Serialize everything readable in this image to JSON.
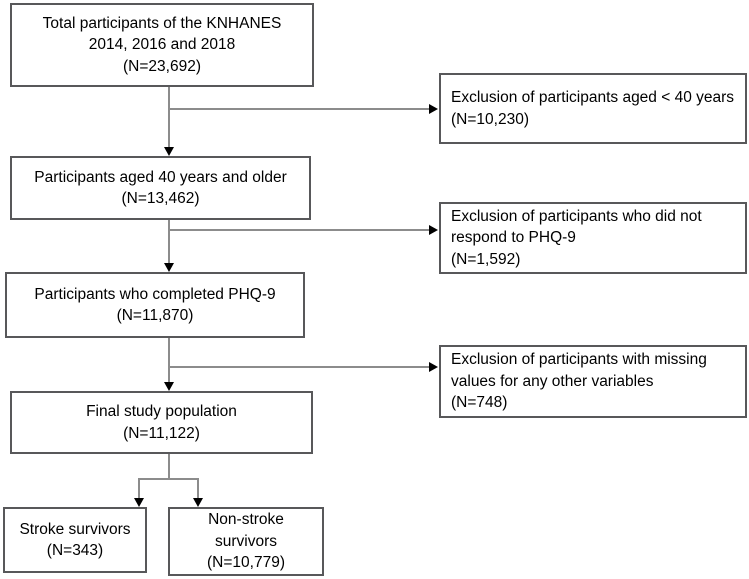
{
  "diagram": {
    "type": "participant-flowchart",
    "colors": {
      "background": "#ffffff",
      "box_border": "#58585a",
      "connector_line": "#8c8c8c",
      "arrowhead": "#000000",
      "text": "#000000"
    },
    "main_boxes": [
      {
        "name": "total-participants",
        "lines": [
          "Total participants of the KNHANES",
          "2014, 2016 and 2018",
          "(N=23,692)"
        ]
      },
      {
        "name": "aged-40-and-older",
        "lines": [
          "Participants aged 40 years and older",
          "(N=13,462)"
        ]
      },
      {
        "name": "completed-phq9",
        "lines": [
          "Participants who completed PHQ-9",
          "(N=11,870)"
        ]
      },
      {
        "name": "final-study-population",
        "lines": [
          "Final study population",
          "(N=11,122)"
        ]
      }
    ],
    "exclusion_boxes": [
      {
        "name": "exclusion-under-40",
        "lines": [
          "Exclusion of participants aged < 40 years",
          "(N=10,230)"
        ]
      },
      {
        "name": "exclusion-no-phq9-response",
        "lines": [
          "Exclusion of participants who did not",
          "respond to PHQ-9",
          "(N=1,592)"
        ]
      },
      {
        "name": "exclusion-missing-values",
        "lines": [
          "Exclusion of participants with missing",
          "values for any other variables",
          "(N=748)"
        ]
      }
    ],
    "outcome_boxes": [
      {
        "name": "stroke-survivors",
        "lines": [
          "Stroke survivors",
          "(N=343)"
        ]
      },
      {
        "name": "non-stroke-survivors",
        "lines": [
          "Non-stroke",
          "survivors",
          "(N=10,779)"
        ]
      }
    ]
  }
}
